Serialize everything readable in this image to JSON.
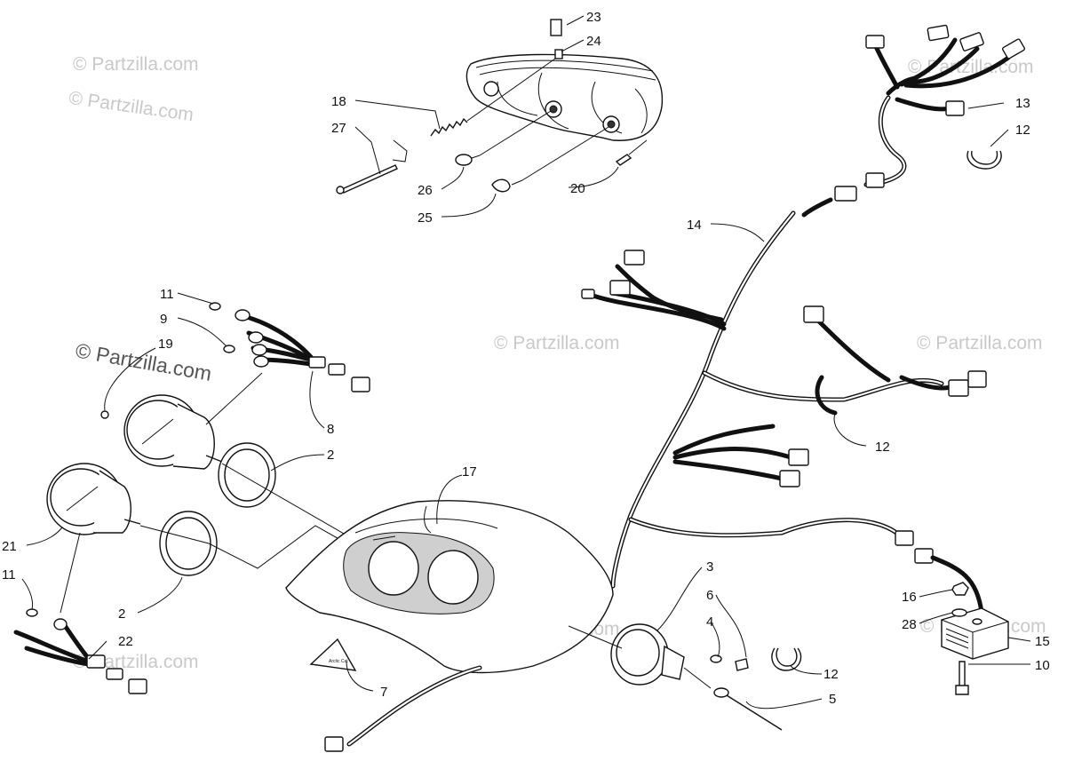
{
  "diagram": {
    "watermark_text": "© Partzilla.com",
    "decal_text": "Arctic Cat",
    "callouts": [
      "23",
      "24",
      "18",
      "27",
      "26",
      "25",
      "20",
      "13",
      "12",
      "14",
      "11",
      "9",
      "19",
      "8",
      "2",
      "17",
      "12",
      "21",
      "11",
      "2",
      "22",
      "7",
      "3",
      "6",
      "4",
      "12",
      "5",
      "16",
      "28",
      "15",
      "10"
    ]
  }
}
